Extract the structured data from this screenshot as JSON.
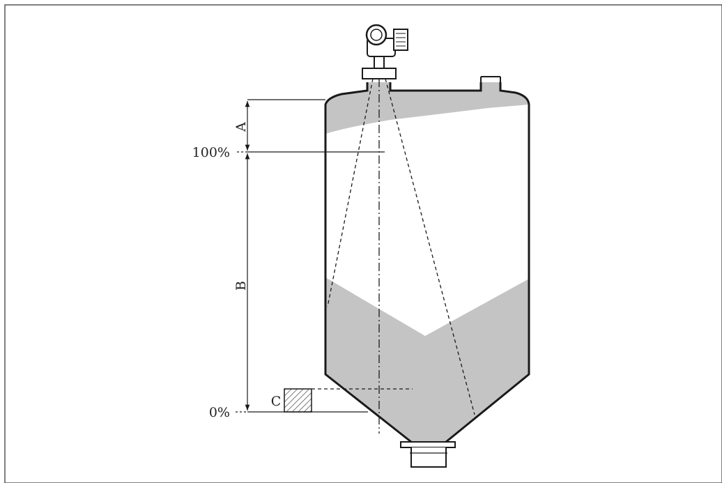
{
  "labels": {
    "a": "A",
    "b": "B",
    "c": "C",
    "level_full": "100%",
    "level_empty": "0%"
  },
  "colors": {
    "material": "#c4c4c4",
    "outline": "#1a1a1a",
    "frame": "#555555"
  }
}
